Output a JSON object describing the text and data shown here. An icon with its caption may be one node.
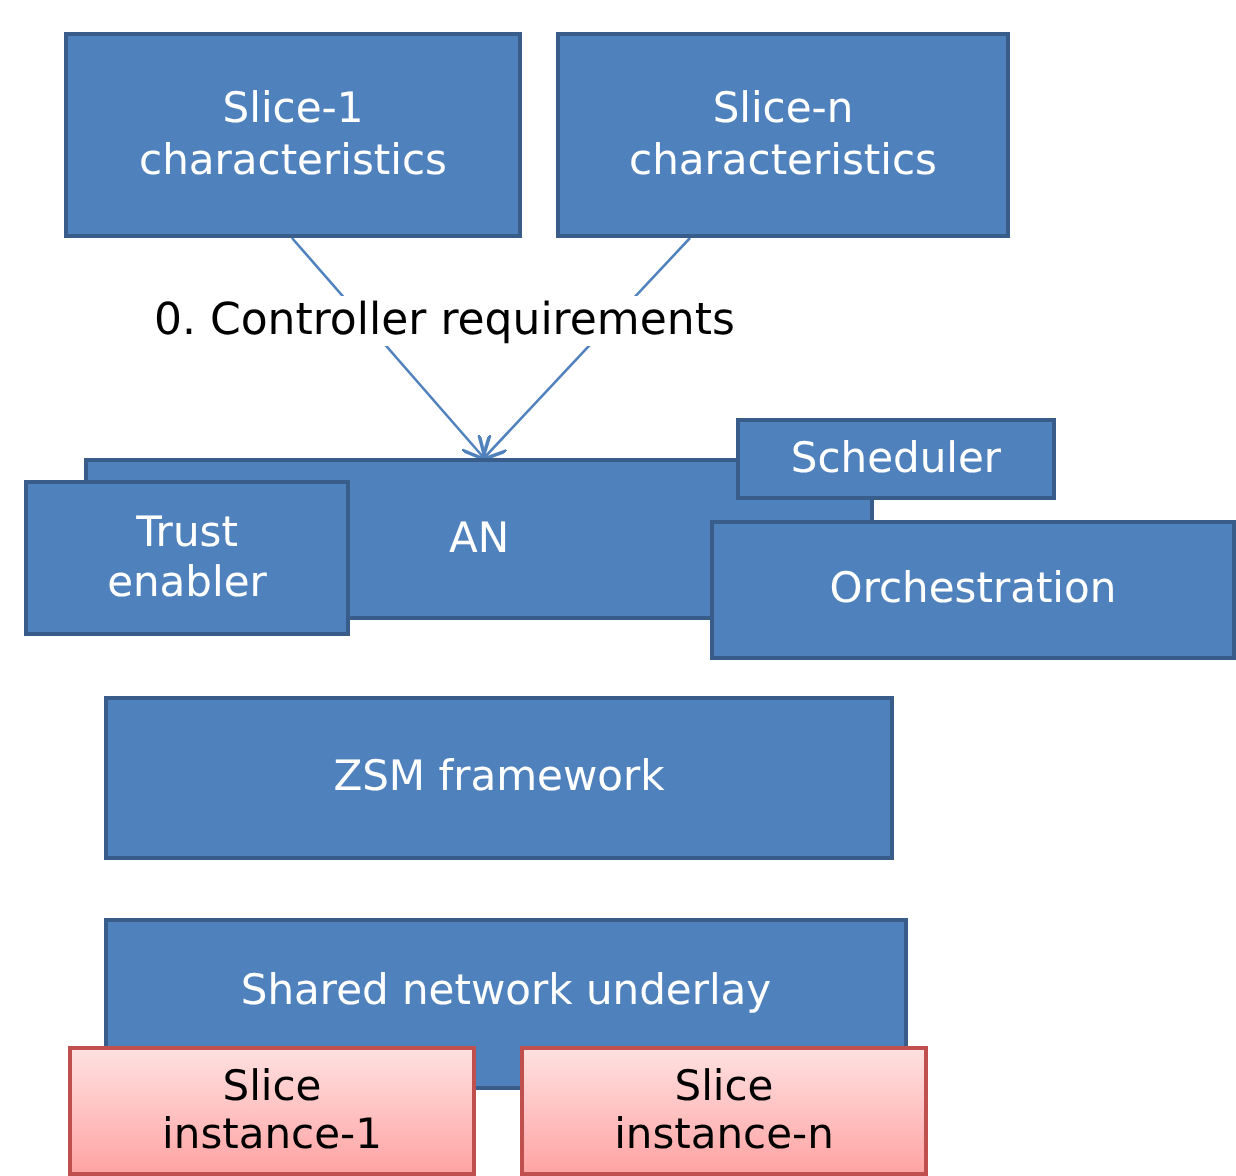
{
  "diagram": {
    "nodes": [
      {
        "text": [
          "Slice-1 characteristics"
        ]
      },
      {
        "text": [
          "Slice-n characteristics"
        ]
      },
      {
        "text": [
          "Scheduler"
        ]
      },
      {
        "text": [
          "AN"
        ]
      },
      {
        "text": [
          "Trust enabler"
        ]
      },
      {
        "text": [
          "Orchestration"
        ]
      },
      {
        "text": [
          "ZSM framework"
        ]
      },
      {
        "text": [
          "Shared network underlay"
        ]
      },
      {
        "text": [
          "Slice instance-1"
        ]
      },
      {
        "text": [
          "Slice instance-n"
        ]
      }
    ],
    "edges": [
      {
        "from": 0,
        "to": 3,
        "arrow": "to"
      },
      {
        "from": 1,
        "to": 3,
        "arrow": "to"
      }
    ],
    "labels": [
      "0. Controller requirements"
    ]
  }
}
